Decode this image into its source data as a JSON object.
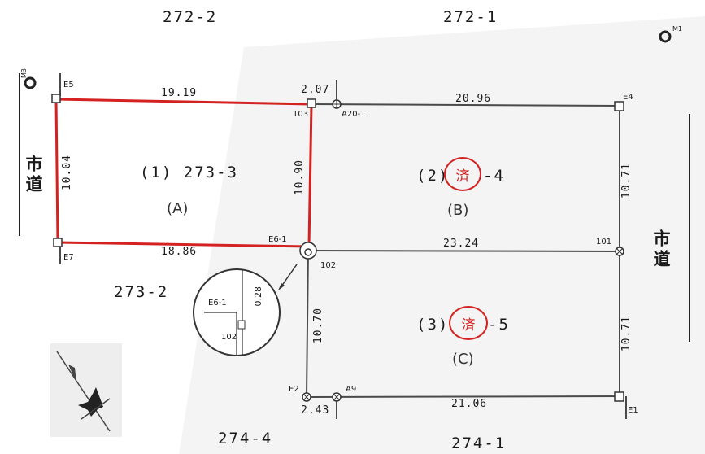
{
  "lots": {
    "a": {
      "number": "(1) 273-3",
      "marker": "(A)"
    },
    "b": {
      "number_prefix": "(2)",
      "number_suffix": "-4",
      "marker": "(B)"
    },
    "c": {
      "number_prefix": "(3)",
      "number_suffix": "-5",
      "marker": "(C)"
    }
  },
  "stamp_text": "済",
  "neighbors": {
    "top_left": "272-2",
    "top_right": "272-1",
    "left_mid": "273-2",
    "bottom_left": "274-4",
    "bottom_right": "274-1"
  },
  "roads": {
    "left": "市道",
    "right": "市道"
  },
  "dimensions": {
    "top_a": "19.19",
    "top_gap": "2.07",
    "top_b": "20.96",
    "left_a": "10.04",
    "mid_a_vert": "10.90",
    "bottom_a": "18.86",
    "mid_bc": "23.24",
    "right_b": "10.71",
    "mid_c_vert": "10.70",
    "right_c": "10.71",
    "bottom_gap": "2.43",
    "bottom_c": "21.06",
    "inset_vert": "0.28"
  },
  "points": {
    "e5": "E5",
    "e4": "E4",
    "e7": "E7",
    "e6_1": "E6-1",
    "e2": "E2",
    "e1": "E1",
    "p103": "103",
    "a20_1": "A20-1",
    "p101": "101",
    "p102": "102",
    "a9": "A9",
    "inset_e6_1": "E6-1",
    "inset_102": "102"
  },
  "benchmarks": {
    "left": "M3",
    "right": "M1"
  },
  "colors": {
    "boundary": "#d42222",
    "line": "#4a4a4a",
    "stamp": "#d42222"
  },
  "icons": [
    "compass-rose-icon",
    "zoom-detail-circle"
  ]
}
